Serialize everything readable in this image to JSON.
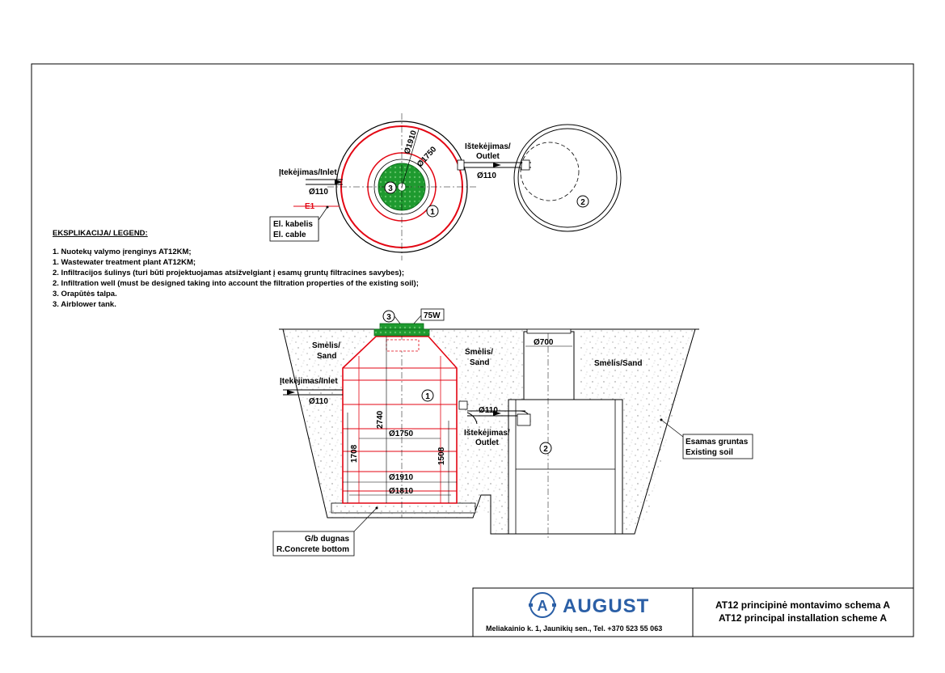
{
  "plan_view": {
    "tank_dia_outer": "Ø1910",
    "tank_dia_inner": "Ø1750",
    "inlet_label": "Įtekėjimas/Inlet",
    "inlet_dia": "Ø110",
    "cable_code": "E1",
    "outlet_label_1": "Ištekėjimas/",
    "outlet_label_2": "Outlet",
    "outlet_dia": "Ø110",
    "cable_note_1": "El. kabelis",
    "cable_note_2": "El. cable",
    "marker_1": "1",
    "marker_2": "2",
    "marker_3": "3"
  },
  "legend": {
    "title": "EKSPLIKACIJA/ LEGEND:",
    "items": [
      "1. Nuotekų valymo įrenginys AT12KM;",
      "1. Wastewater treatment plant AT12KM;",
      "2. Infiltracijos šulinys (turi būti projektuojamas atsižvelgiant į esamų gruntų filtracines savybes);",
      "2. Infiltration well (must be designed taking into account the filtration properties of the existing soil);",
      "3. Orapūtės talpa.",
      "3. Airblower tank."
    ]
  },
  "section_view": {
    "marker_3": "3",
    "blower_label": "75W",
    "sand_left_1": "Smėlis/",
    "sand_left_2": "Sand",
    "sand_mid_1": "Smėlis/",
    "sand_mid_2": "Sand",
    "sand_right": "Smėlis/Sand",
    "well_dia": "Ø700",
    "inlet_label": "Įtekėjimas/Inlet",
    "inlet_dia": "Ø110",
    "marker_1": "1",
    "height_total": "2740",
    "outlet_dia": "Ø110",
    "outlet_label_1": "Ištekėjimas/",
    "outlet_label_2": "Outlet",
    "dia_1750": "Ø1750",
    "marker_2": "2",
    "height_1708": "1708",
    "height_1508": "1508",
    "dia_1910": "Ø1910",
    "dia_1810": "Ø1810",
    "soil_1": "Esamas gruntas",
    "soil_2": "Existing soil",
    "bottom_1": "G/b dugnas",
    "bottom_2": "R.Concrete bottom"
  },
  "title_block": {
    "company": "AUGUST",
    "address": "Meliakainio k. 1, Jaunikių sen., Tel. +370 523 55 063",
    "title_lt": "AT12 principinė montavimo schema A",
    "title_en": "AT12 principal installation scheme A"
  },
  "colors": {
    "tank_red": "#e30613",
    "blower_green": "#1e9a2f",
    "brand_blue": "#2b5fa6"
  }
}
